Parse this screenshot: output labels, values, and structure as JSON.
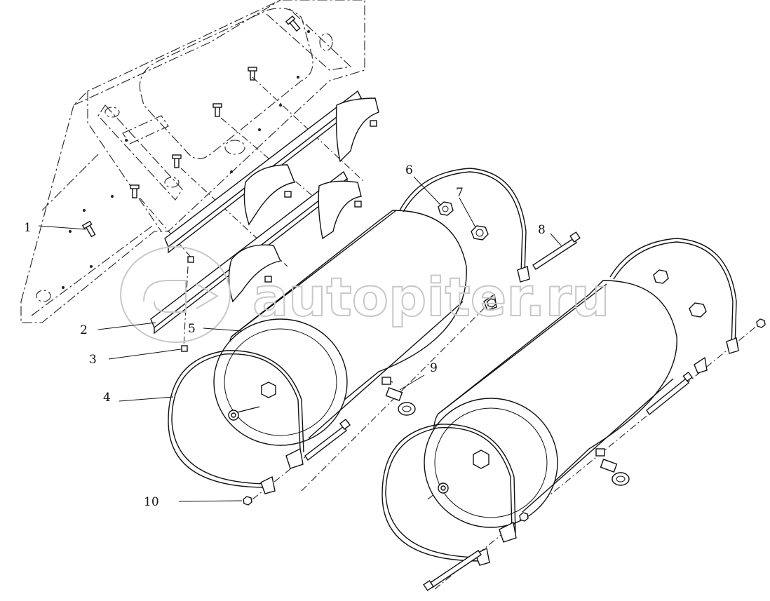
{
  "diagram": {
    "callouts": [
      {
        "id": "1",
        "label": "1"
      },
      {
        "id": "2",
        "label": "2"
      },
      {
        "id": "3",
        "label": "3"
      },
      {
        "id": "4",
        "label": "4"
      },
      {
        "id": "5",
        "label": "5"
      },
      {
        "id": "6",
        "label": "6"
      },
      {
        "id": "7",
        "label": "7"
      },
      {
        "id": "8",
        "label": "8"
      },
      {
        "id": "9",
        "label": "9"
      },
      {
        "id": "10",
        "label": "10"
      }
    ]
  },
  "watermark": {
    "text": "autopiter.ru"
  }
}
